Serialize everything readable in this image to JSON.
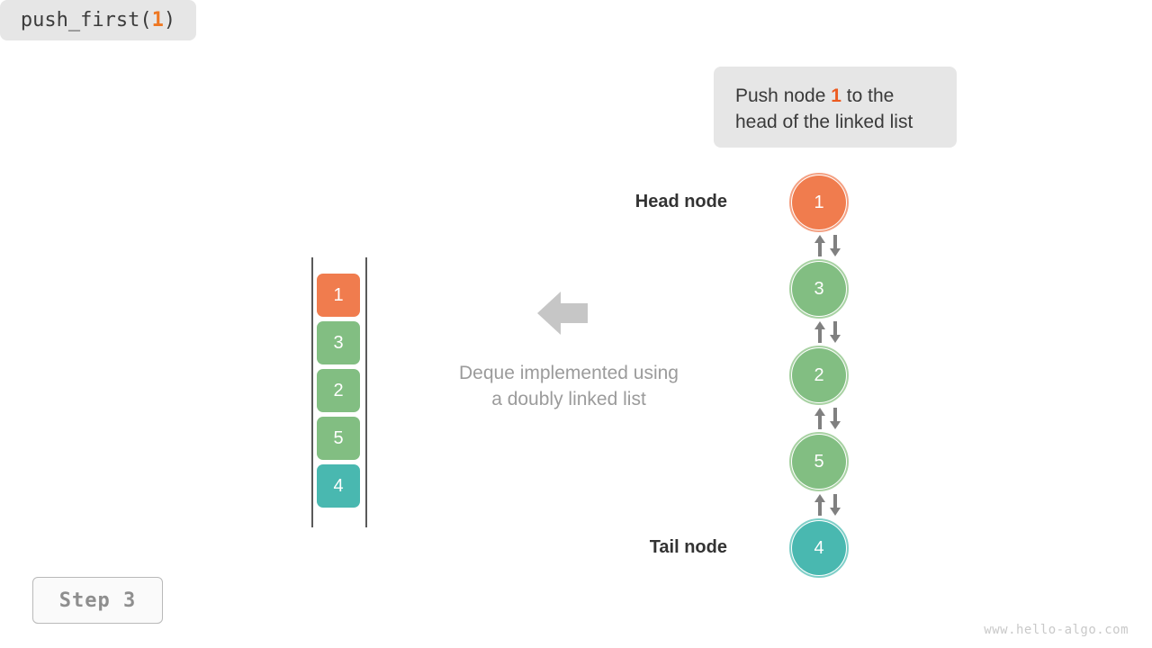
{
  "colors": {
    "orange": "#F07C4E",
    "green": "#82BE82",
    "teal": "#49B8B0",
    "ring_orange": "#F4A183",
    "ring_green": "#A8D2A3",
    "ring_teal": "#7FCFC8",
    "callout_bg": "#E6E6E6",
    "arrow_gray": "#808080",
    "big_arrow_gray": "#C6C6C6",
    "caption_gray": "#9B9B9B",
    "highlight_orange": "#EC5B20",
    "rail_gray": "#5A5A5A",
    "step_text": "#8E8E8E",
    "watermark": "#C9C9C9"
  },
  "operation_callout": {
    "text_before": "Push node ",
    "highlight": "1",
    "text_after": " to the head of the linked list"
  },
  "code_callout": {
    "prefix": "push_first(",
    "argument": "1",
    "suffix": ")"
  },
  "stack": {
    "cells": [
      {
        "value": "1",
        "color": "#F07C4E"
      },
      {
        "value": "3",
        "color": "#82BE82"
      },
      {
        "value": "2",
        "color": "#82BE82"
      },
      {
        "value": "5",
        "color": "#82BE82"
      },
      {
        "value": "4",
        "color": "#49B8B0"
      }
    ]
  },
  "transform_arrow": {
    "direction": "left",
    "color": "#C6C6C6"
  },
  "caption": {
    "line1": "Deque implemented using",
    "line2": "a doubly linked list"
  },
  "linked_list": {
    "head_label": "Head node",
    "tail_label": "Tail node",
    "nodes": [
      {
        "value": "1",
        "color": "#F07C4E",
        "ring": "#F4A183",
        "role": "head"
      },
      {
        "value": "3",
        "color": "#82BE82",
        "ring": "#A8D2A3",
        "role": "middle"
      },
      {
        "value": "2",
        "color": "#82BE82",
        "ring": "#A8D2A3",
        "role": "middle"
      },
      {
        "value": "5",
        "color": "#82BE82",
        "ring": "#A8D2A3",
        "role": "middle"
      },
      {
        "value": "4",
        "color": "#49B8B0",
        "ring": "#7FCFC8",
        "role": "tail"
      }
    ],
    "edge_style": "bidirectional-double-arrow"
  },
  "step_badge": {
    "label": "Step 3"
  },
  "watermark": {
    "text": "www.hello-algo.com"
  }
}
